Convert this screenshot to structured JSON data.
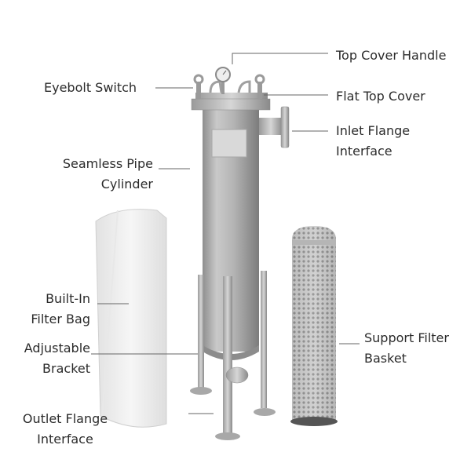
{
  "labels": {
    "top_cover_handle": "Top Cover Handle",
    "eyebolt_switch": "Eyebolt Switch",
    "flat_top_cover": "Flat Top Cover",
    "inlet_flange_1": "Inlet Flange",
    "inlet_flange_2": "Interface",
    "seamless_pipe_1": "Seamless Pipe",
    "seamless_pipe_2": "Cylinder",
    "built_in_1": "Built-In",
    "built_in_2": "Filter Bag",
    "adjustable_1": "Adjustable",
    "adjustable_2": "Bracket",
    "support_1": "Support Filter",
    "support_2": "Basket",
    "outlet_1": "Outlet Flange",
    "outlet_2": "Interface"
  },
  "colors": {
    "text": "#2b2b2b",
    "leader": "#666666",
    "steel": "#b8b8b8",
    "bag": "#f0f0f0"
  }
}
